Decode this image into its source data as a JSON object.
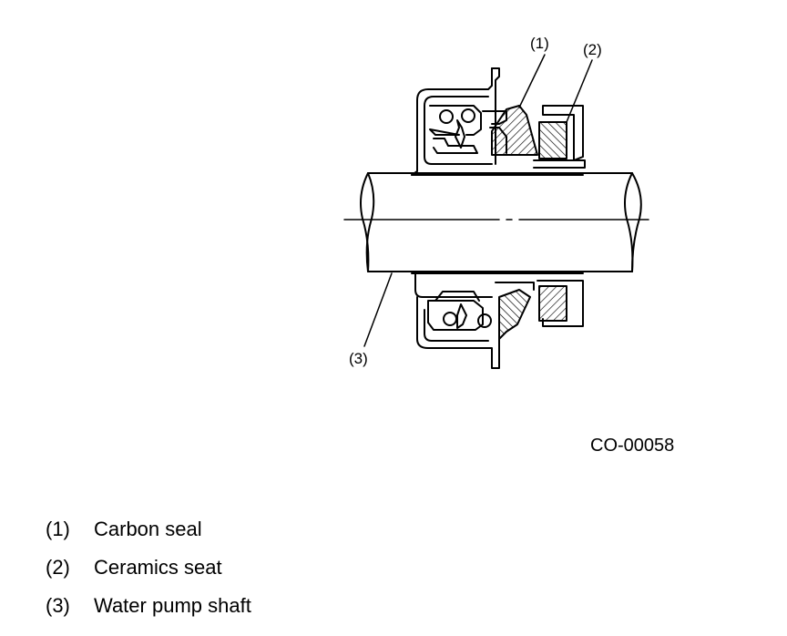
{
  "callouts": {
    "c1": "(1)",
    "c2": "(2)",
    "c3": "(3)"
  },
  "figure_code": "CO-00058",
  "legend": [
    {
      "num": "(1)",
      "label": "Carbon seal"
    },
    {
      "num": "(2)",
      "label": "Ceramics seat"
    },
    {
      "num": "(3)",
      "label": "Water pump shaft"
    }
  ]
}
